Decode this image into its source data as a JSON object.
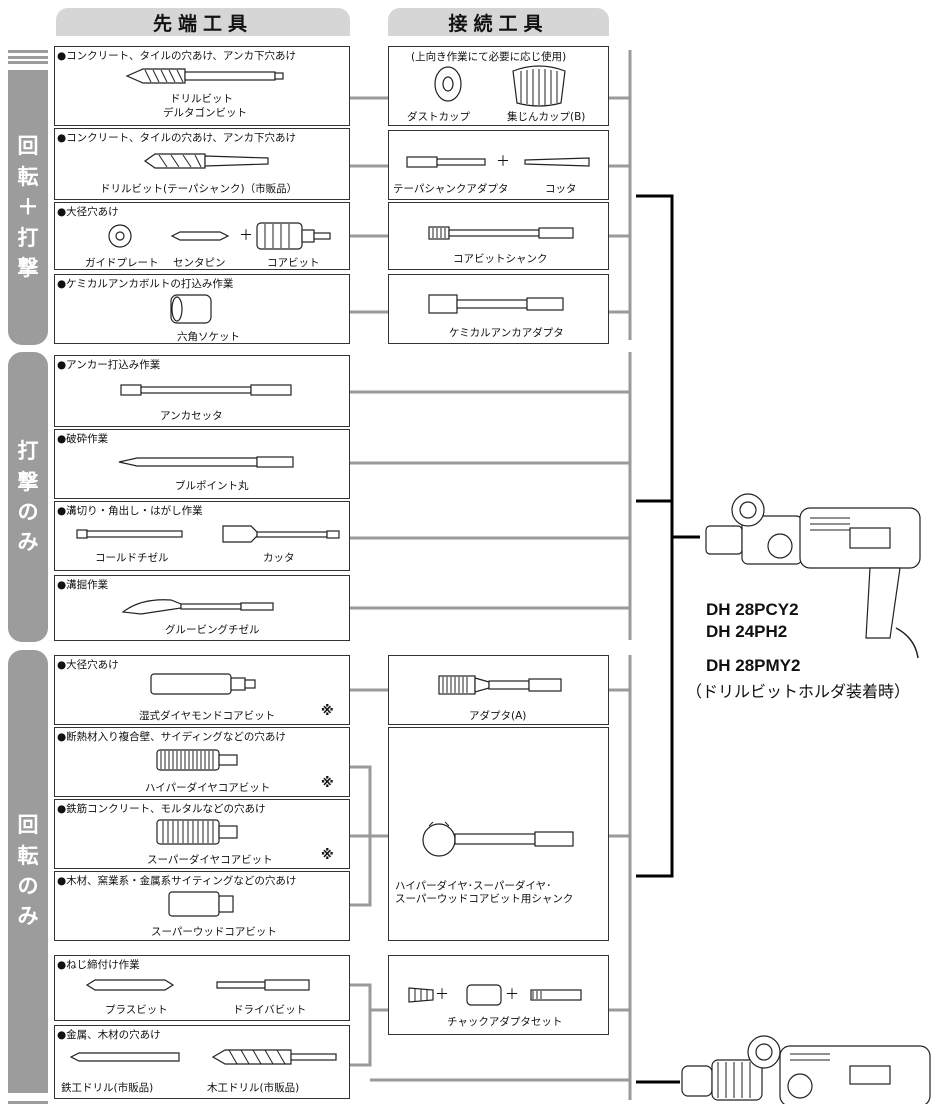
{
  "headers": {
    "tip_tools": "先端工具",
    "connect_tools": "接続工具"
  },
  "modes": {
    "rot_hammer": [
      "回",
      "転",
      "＋",
      "打",
      "撃"
    ],
    "hammer_only": [
      "打",
      "撃",
      "の",
      "み"
    ],
    "rotation_only": [
      "回",
      "転",
      "の",
      "み"
    ]
  },
  "tip_boxes": [
    {
      "task": "●コンクリート、タイルの穴あけ、アンカ下穴あけ",
      "captions": [
        "ドリルビット",
        "デルタゴンビット"
      ]
    },
    {
      "task": "●コンクリート、タイルの穴あけ、アンカ下穴あけ",
      "captions": [
        "ドリルビット(テーパシャンク)（市販品）"
      ]
    },
    {
      "task": "●大径穴あけ",
      "captions": [
        "ガイドプレート",
        "センタピン",
        "コアビット"
      ],
      "plus": "＋"
    },
    {
      "task": "●ケミカルアンカボルトの打込み作業",
      "captions": [
        "六角ソケット"
      ]
    },
    {
      "task": "●アンカー打込み作業",
      "captions": [
        "アンカセッタ"
      ]
    },
    {
      "task": "●破砕作業",
      "captions": [
        "ブルポイント丸"
      ]
    },
    {
      "task": "●溝切り・角出し・はがし作業",
      "captions": [
        "コールドチゼル",
        "カッタ"
      ]
    },
    {
      "task": "●溝掘作業",
      "captions": [
        "グルービングチゼル"
      ]
    },
    {
      "task": "●大径穴あけ",
      "captions": [
        "湿式ダイヤモンドコアビット"
      ],
      "mark": "※"
    },
    {
      "task": "●断熱材入り複合壁、サイディングなどの穴あけ",
      "captions": [
        "ハイパーダイヤコアビット"
      ],
      "mark": "※"
    },
    {
      "task": "●鉄筋コンクリート、モルタルなどの穴あけ",
      "captions": [
        "スーパーダイヤコアビット"
      ],
      "mark": "※"
    },
    {
      "task": "●木材、窯業系・金属系サイティングなどの穴あけ",
      "captions": [
        "スーパーウッドコアビット"
      ]
    },
    {
      "task": "●ねじ締付け作業",
      "captions": [
        "プラスビット",
        "ドライバビット"
      ]
    },
    {
      "task": "●金属、木材の穴あけ",
      "captions": [
        "鉄工ドリル(市販品)",
        "木工ドリル(市販品)"
      ]
    }
  ],
  "connect_boxes": [
    {
      "note": "(上向き作業にて必要に応じ使用)",
      "captions": [
        "ダストカップ",
        "集じんカップ(B)"
      ]
    },
    {
      "captions": [
        "テーパシャンクアダプタ",
        "コッタ"
      ],
      "plus": "＋"
    },
    {
      "captions": [
        "コアビットシャンク"
      ]
    },
    {
      "captions": [
        "ケミカルアンカアダプタ"
      ]
    },
    {
      "captions": [
        "アダプタ(A)"
      ]
    },
    {
      "captions": [
        "ハイパーダイヤ･スーパーダイヤ･",
        "スーパーウッドコアビット用シャンク"
      ]
    },
    {
      "captions": [
        "チャックアダプタセット"
      ],
      "plus": "＋"
    }
  ],
  "models": [
    "DH 28PCY2",
    "DH 24PH2",
    "DH 28PMY2",
    "（ドリルビットホルダ装着時）"
  ],
  "colors": {
    "mode_bg": "#9c9c9c",
    "header_bg": "#d6d6d6",
    "connector_gray": "#9a9a9a"
  }
}
